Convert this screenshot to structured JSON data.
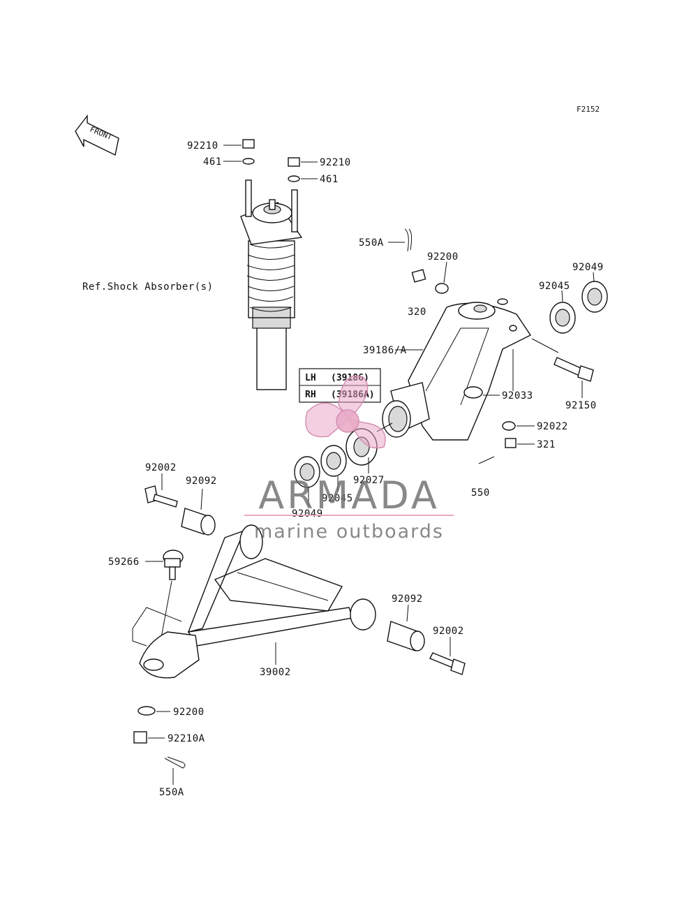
{
  "figure_code": "F2152",
  "front_indicator": "FRONT",
  "reference_note": "Ref.Shock Absorber(s)",
  "side_table": [
    {
      "side": "LH",
      "part": "(39186)"
    },
    {
      "side": "RH",
      "part": "(39186A)"
    }
  ],
  "callouts": {
    "nut_top_left": "92210",
    "washer_top_left": "461",
    "nut_top_right": "92210",
    "washer_top_right": "461",
    "cotter_pin_upper": "550A",
    "washer_knuckle": "92200",
    "nut_knuckle": "320",
    "bearing_outer_right": "92049",
    "bearing_inner_right": "92045",
    "knuckle": "39186/A",
    "seal": "92033",
    "bolt_right": "92150",
    "washer_right": "92022",
    "nut_right": "321",
    "cotter_pin_right": "550",
    "collar": "92027",
    "bearing_inner_left": "92045",
    "bearing_outer_left": "92049",
    "bolt_upper_left": "92002",
    "bushing_upper_left": "92092",
    "ball_joint": "59266",
    "bushing_lower_right": "92092",
    "bolt_lower_right": "92002",
    "a_arm": "39002",
    "washer_bottom": "92200",
    "nut_bottom": "92210A",
    "cotter_pin_bottom": "550A"
  },
  "watermark": {
    "brand": "ARMADA",
    "tagline": "marine outboards",
    "brand_color": "#6b6b6b",
    "accent_color": "#e8a6c4"
  }
}
